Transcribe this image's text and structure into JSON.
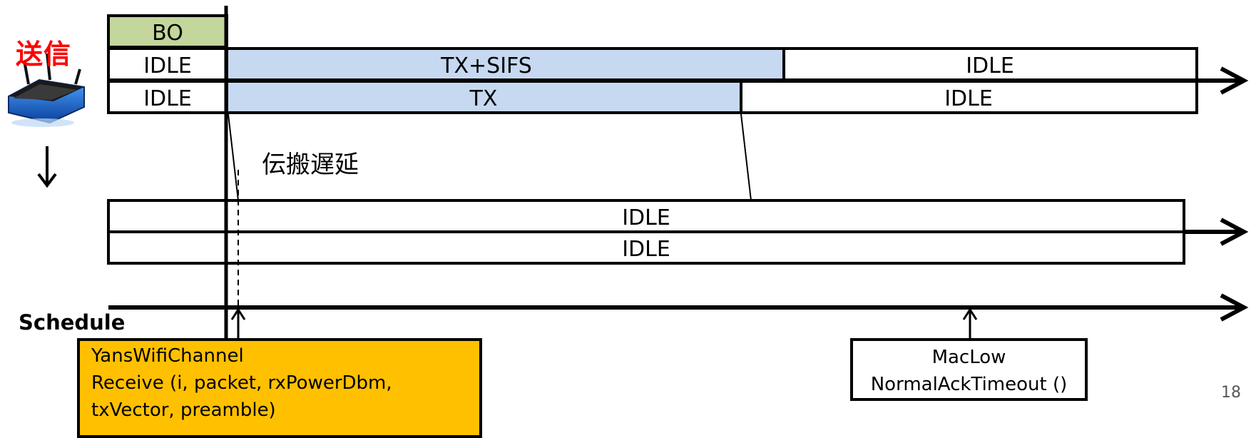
{
  "sender": {
    "label": "送信"
  },
  "sender_rows": {
    "bo_label": "BO",
    "row1": {
      "idle_start": "IDLE",
      "tx_sifs": "TX+SIFS",
      "idle_end": "IDLE"
    },
    "row2": {
      "idle_start": "IDLE",
      "tx": "TX",
      "idle_end": "IDLE"
    }
  },
  "propagation_delay_label": "伝搬遅延",
  "receiver_rows": {
    "row1": "IDLE",
    "row2": "IDLE"
  },
  "schedule": {
    "label": "Schedule",
    "event_yans": {
      "line1": "YansWifiChannel",
      "line2": "Receive (i, packet, rxPowerDbm,",
      "line3": "txVector, preamble)"
    },
    "event_maclow": {
      "line1": "MacLow",
      "line2": "NormalAckTimeout ()"
    }
  },
  "slide_number": "18",
  "colors": {
    "bo_fill": "#c3d69b",
    "tx_fill": "#c6d9f1",
    "schedule_event_fill": "#ffc000",
    "sender_label": "#ff0000"
  },
  "icons": {
    "router": "wifi-router-icon",
    "down_arrow": "arrow-down-icon"
  }
}
